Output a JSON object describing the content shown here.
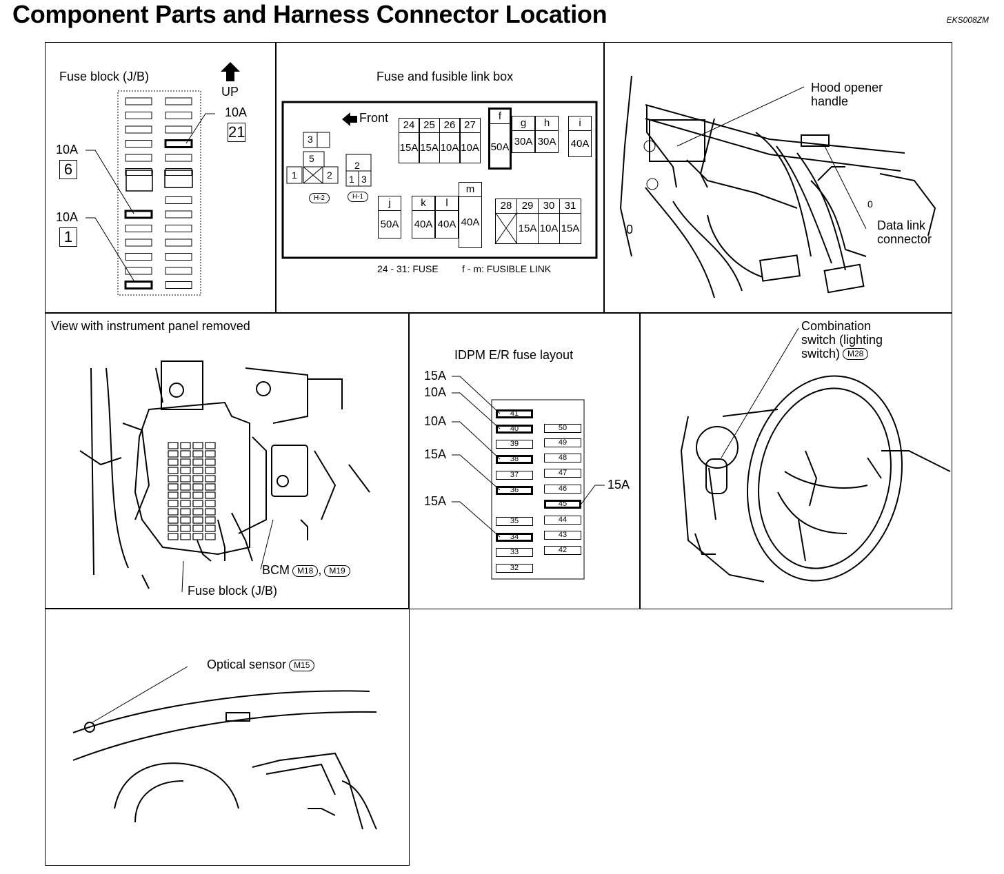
{
  "page": {
    "title": "Component Parts and Harness Connector Location",
    "code": "EKS008ZM"
  },
  "fuse_block": {
    "title": "Fuse block (J/B)",
    "up_label": "UP",
    "callouts": [
      {
        "amp": "10A",
        "num": "21"
      },
      {
        "amp": "10A",
        "num": "6"
      },
      {
        "amp": "10A",
        "num": "1"
      }
    ]
  },
  "fusible_box": {
    "title": "Fuse and fusible link box",
    "front_label": "Front",
    "relay_labels": [
      "3",
      "5",
      "1",
      "2",
      "2",
      "1",
      "3"
    ],
    "connectors": [
      "H-2",
      "H-1"
    ],
    "fuses_top": [
      {
        "n": "24",
        "a": "15A"
      },
      {
        "n": "25",
        "a": "15A"
      },
      {
        "n": "26",
        "a": "10A"
      },
      {
        "n": "27",
        "a": "10A"
      }
    ],
    "links_top": [
      {
        "n": "f",
        "a": "50A"
      },
      {
        "n": "g",
        "a": "30A"
      },
      {
        "n": "h",
        "a": "30A"
      },
      {
        "n": "i",
        "a": "40A"
      }
    ],
    "links_bottom": [
      {
        "n": "j",
        "a": "50A"
      },
      {
        "n": "k",
        "a": "40A"
      },
      {
        "n": "l",
        "a": "40A"
      },
      {
        "n": "m",
        "a": "40A"
      }
    ],
    "fuses_bottom": [
      {
        "n": "28",
        "a": ""
      },
      {
        "n": "29",
        "a": "15A"
      },
      {
        "n": "30",
        "a": "10A"
      },
      {
        "n": "31",
        "a": "15A"
      }
    ],
    "legend_fuse": "24 - 31: FUSE",
    "legend_link": "f - m: FUSIBLE LINK"
  },
  "hood_panel": {
    "hood_opener": "Hood opener\nhandle",
    "data_link": "Data link\nconnector",
    "marks": [
      "0",
      "0"
    ]
  },
  "ip_panel": {
    "title": "View with instrument panel removed",
    "bcm": "BCM",
    "bcm_connectors": [
      "M18",
      "M19"
    ],
    "separator": ",",
    "fuse_block": "Fuse block (J/B)"
  },
  "idpm": {
    "title": "IDPM E/R fuse layout",
    "left_slots": [
      "41",
      "40",
      "39",
      "38",
      "37",
      "36",
      "35",
      "34",
      "33",
      "32"
    ],
    "right_slots": [
      "50",
      "49",
      "48",
      "47",
      "46",
      "45",
      "44",
      "43",
      "42"
    ],
    "callouts": [
      {
        "amp": "15A",
        "slot": "41"
      },
      {
        "amp": "10A",
        "slot": "40"
      },
      {
        "amp": "10A",
        "slot": "38"
      },
      {
        "amp": "15A",
        "slot": "36"
      },
      {
        "amp": "15A",
        "slot": "34"
      },
      {
        "amp": "15A",
        "slot": "45"
      }
    ]
  },
  "combo_panel": {
    "label": "Combination\nswitch (lighting\nswitch)",
    "connector": "M28"
  },
  "optical_panel": {
    "label": "Optical sensor",
    "connector": "M15"
  }
}
